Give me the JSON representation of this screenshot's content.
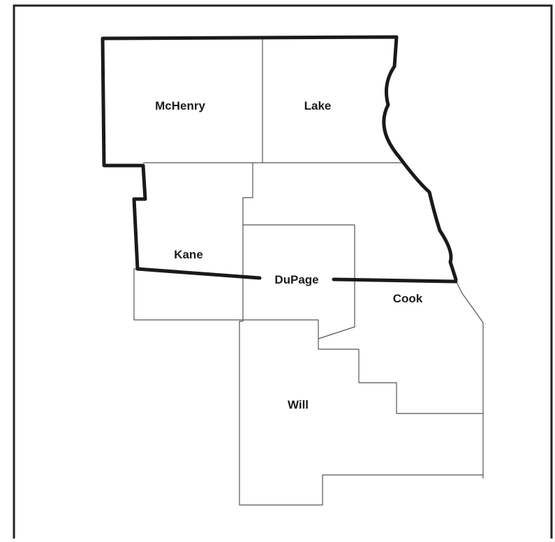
{
  "map": {
    "counties": {
      "mchenry": "McHenry",
      "lake": "Lake",
      "kane": "Kane",
      "dupage": "DuPage",
      "cook": "Cook",
      "will": "Will"
    },
    "colors": {
      "background": "#ffffff",
      "county_boundary": "#555555",
      "highlight_boundary": "#1a1a1a"
    }
  }
}
